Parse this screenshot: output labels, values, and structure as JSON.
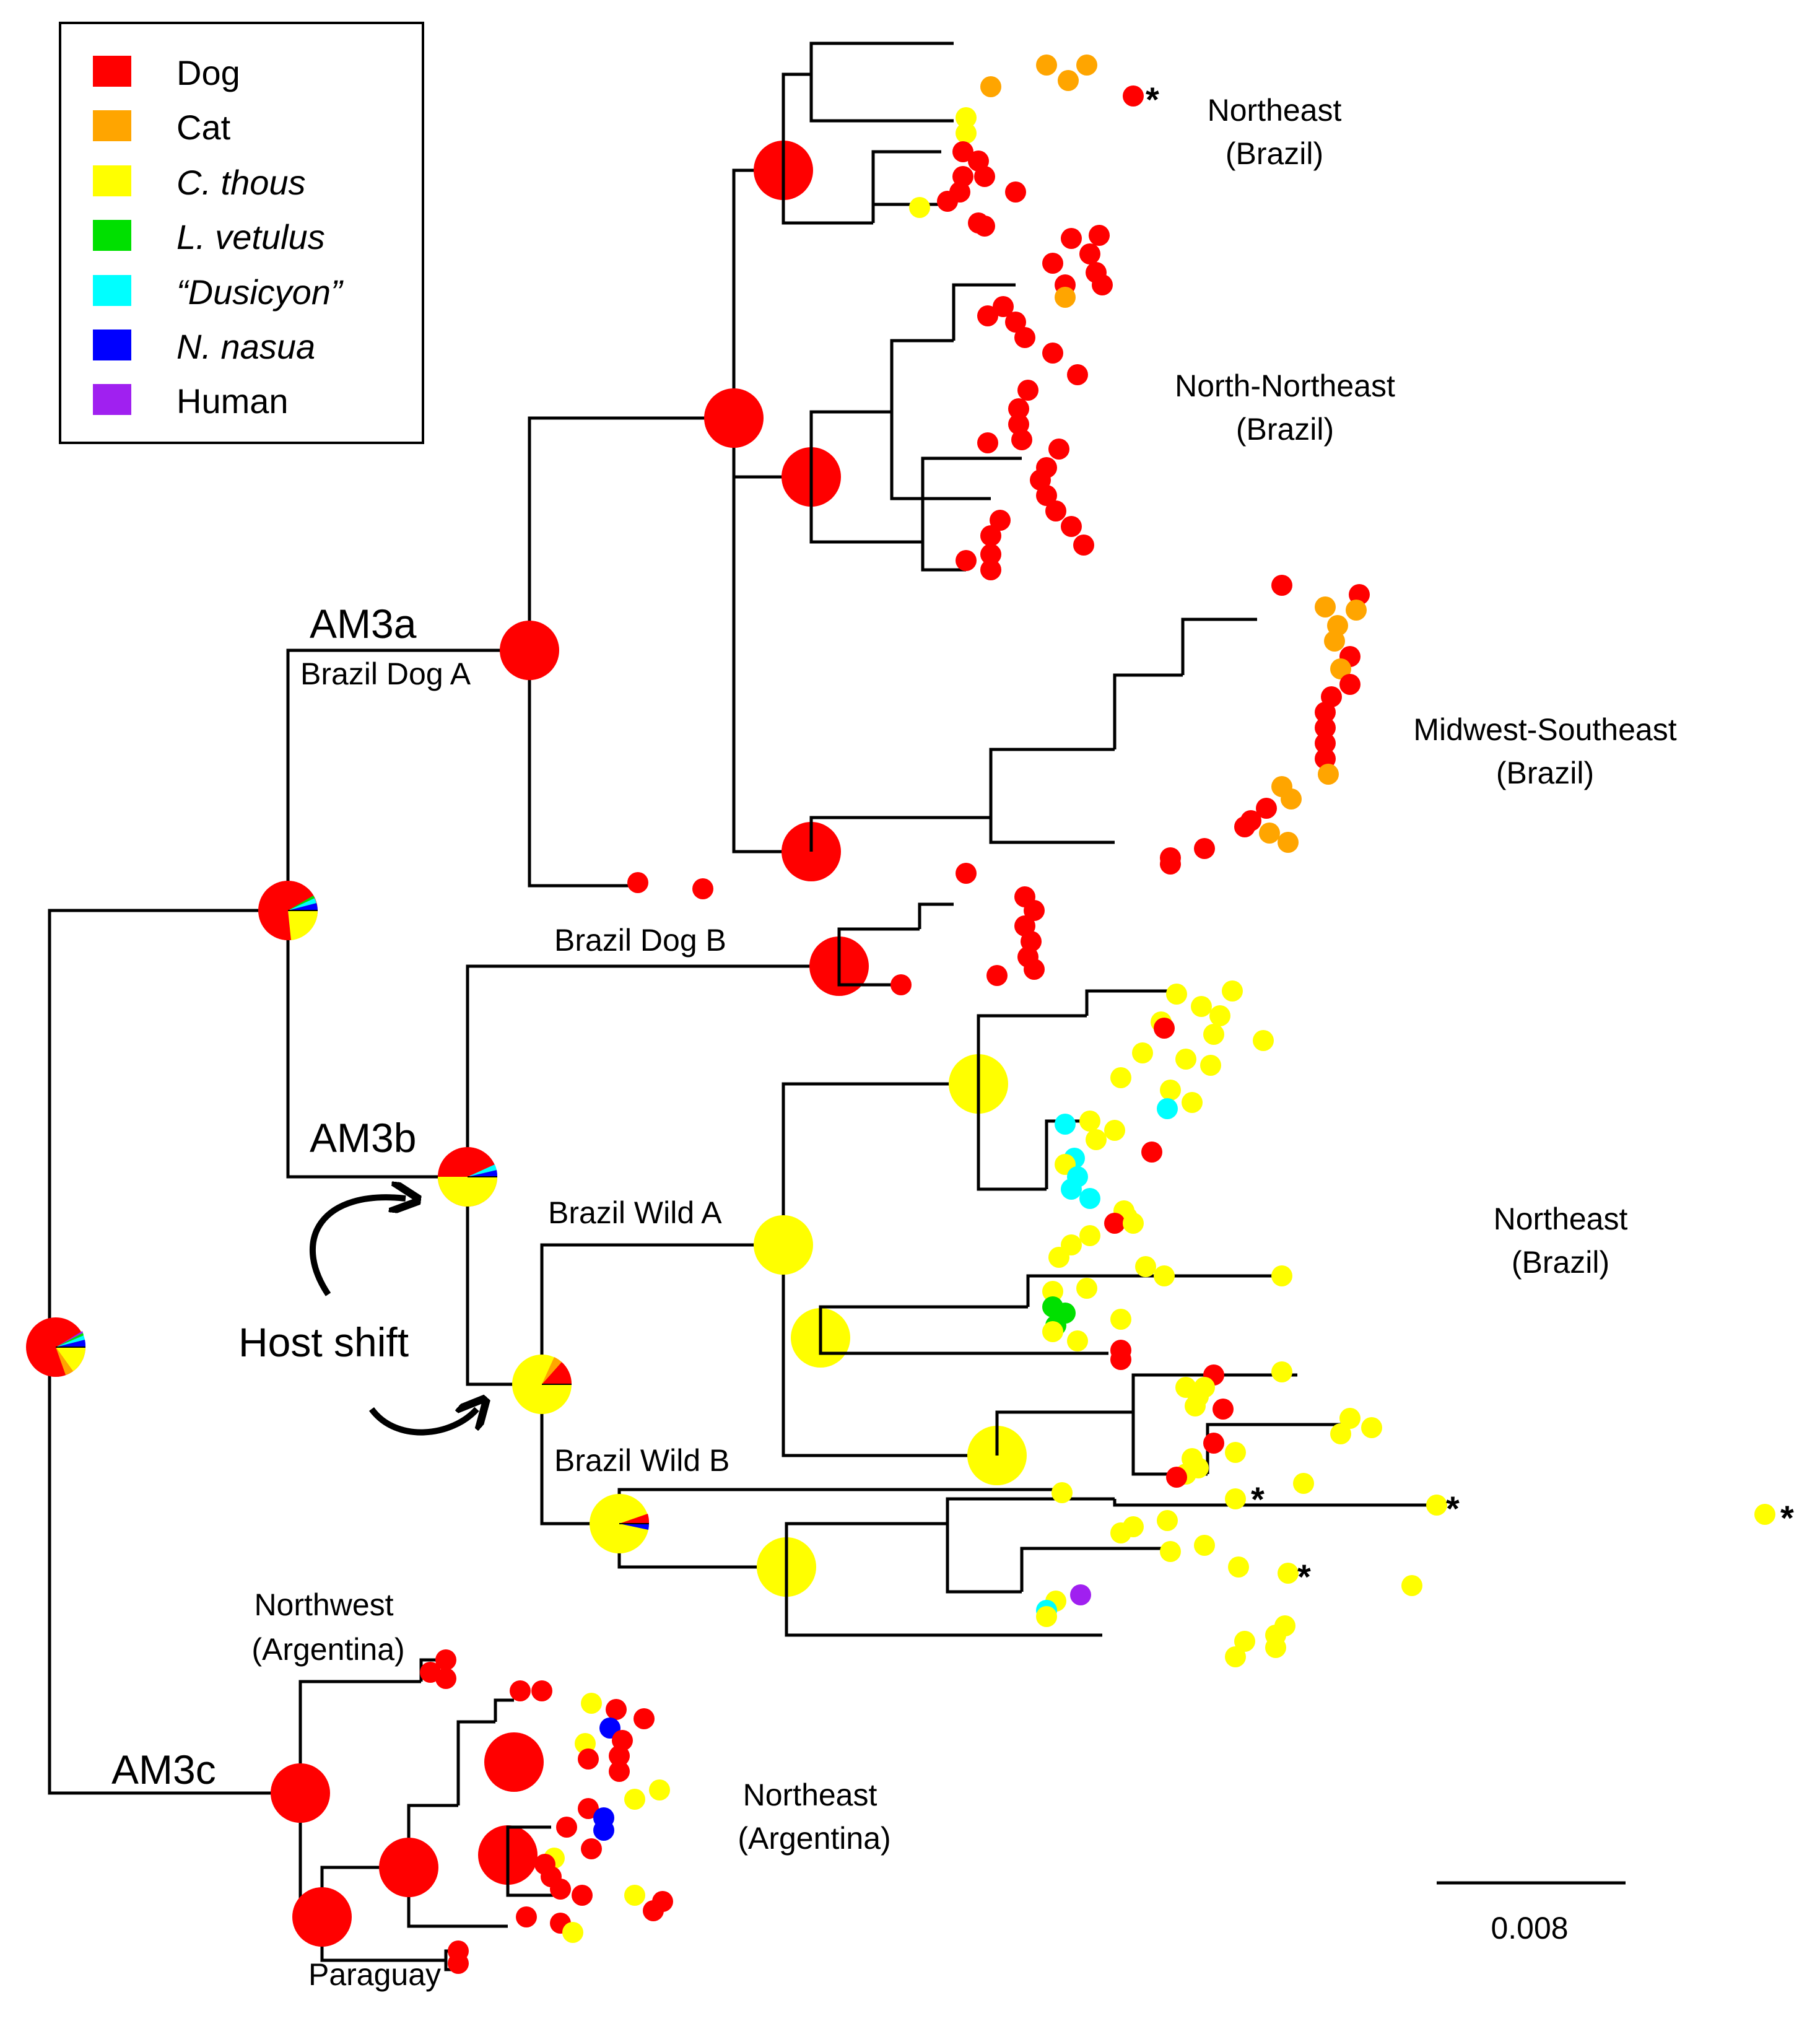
{
  "legend": {
    "items": [
      {
        "key": "dog",
        "label": "Dog",
        "color": "#ff0000",
        "italic": false
      },
      {
        "key": "cat",
        "label": "Cat",
        "color": "#ffa500",
        "italic": false
      },
      {
        "key": "cthous",
        "label": "C. thous",
        "color": "#ffff00",
        "italic": true
      },
      {
        "key": "lvetulus",
        "label": "L. vetulus",
        "color": "#00e000",
        "italic": true
      },
      {
        "key": "dusicyon",
        "label": "“Dusicyon”",
        "color": "#00ffff",
        "italic": true
      },
      {
        "key": "nnasua",
        "label": "N. nasua",
        "color": "#0000ff",
        "italic": true
      },
      {
        "key": "human",
        "label": "Human",
        "color": "#a020f0",
        "italic": false
      }
    ]
  },
  "clades": {
    "am3a": "AM3a",
    "am3b": "AM3b",
    "am3c": "AM3c",
    "brazil_dog_a": "Brazil Dog A",
    "brazil_dog_b": "Brazil Dog B",
    "brazil_wild_a": "Brazil Wild A",
    "brazil_wild_b": "Brazil Wild B"
  },
  "regions": {
    "northeast_brazil_1": {
      "line1": "Northeast",
      "line2": "(Brazil)"
    },
    "north_northeast_brazil": {
      "line1": "North-Northeast",
      "line2": "(Brazil)"
    },
    "midwest_southeast_brazil": {
      "line1": "Midwest-Southeast",
      "line2": "(Brazil)"
    },
    "northeast_brazil_2": {
      "line1": "Northeast",
      "line2": "(Brazil)"
    },
    "northwest_argentina": {
      "line1": "Northwest",
      "line2": "(Argentina)"
    },
    "northeast_argentina": {
      "line1": "Northeast",
      "line2": "(Argentina)"
    },
    "paraguay": "Paraguay"
  },
  "host_shift_label": "Host shift",
  "asterisk": "*",
  "scale_bar": {
    "label": "0.008"
  }
}
